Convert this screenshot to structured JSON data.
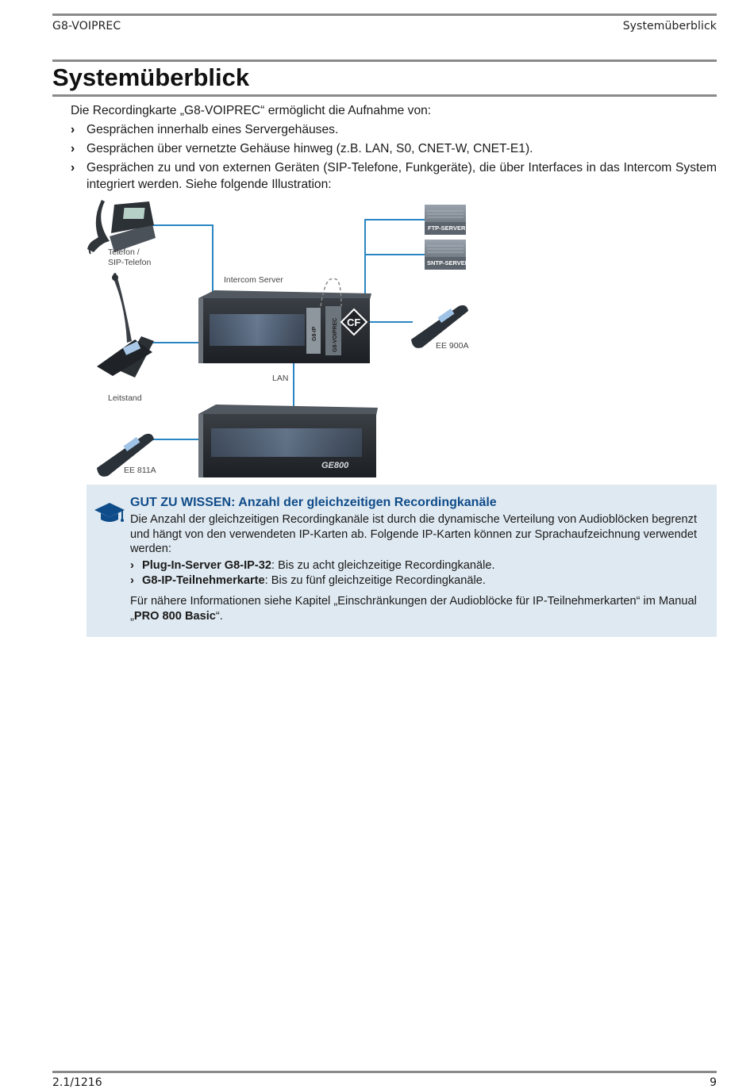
{
  "header": {
    "left": "G8-VOIPREC",
    "right": "Systemüberblick"
  },
  "title": "Systemüberblick",
  "intro": {
    "lead": "Die Recordingkarte „G8-VOIPREC“ ermöglicht die Aufnahme von:",
    "bullets": [
      "Gesprächen innerhalb eines Servergehäuses.",
      "Gesprächen über vernetzte Gehäuse hinweg (z.B. LAN, S0, CNET-W, CNET-E1).",
      "Gesprächen zu und von externen Geräten (SIP-Telefone, Funkgeräte), die über Interfaces in das Intercom System integriert werden. Siehe folgende Illustration:"
    ]
  },
  "diagram": {
    "label_phone": "Telefon /",
    "label_phone2": "SIP-Telefon",
    "label_server": "Intercom Server",
    "label_ftp": "FTP-SERVER",
    "label_sntp": "SNTP-SERVER",
    "label_ee900": "EE 900A",
    "label_lan": "LAN",
    "label_leitstand": "Leitstand",
    "label_ee811": "EE 811A",
    "card_g8ip": "G8-IP",
    "card_voiprec": "G8-VOIPREC",
    "badge_cf": "CF",
    "ge800": "GE800"
  },
  "tip": {
    "title": "GUT ZU WISSEN: Anzahl der gleichzeitigen Recordingkanäle",
    "body": "Die Anzahl der gleichzeitigen Recordingkanäle ist durch die dynamische Verteilung von Audioblöcken begrenzt und hängt von den verwendeten IP-Karten ab. Folgende IP-Karten können zur Sprachaufzeichnung verwendet werden:",
    "items": [
      {
        "bold": "Plug-In-Server G8-IP-32",
        "rest": ": Bis zu acht gleichzeitige Recordingkanäle."
      },
      {
        "bold": "G8-IP-Teilnehmerkarte",
        "rest": ": Bis zu fünf gleichzeitige Recordingkanäle."
      }
    ],
    "more_pre": "Für nähere Informationen siehe Kapitel „Einschränkungen der Audioblöcke für IP-Teilnehmerkarten“ im Manual „",
    "more_bold": "PRO 800 Basic",
    "more_post": "“."
  },
  "footer": {
    "left": "2.1/1216",
    "right": "9"
  },
  "colors": {
    "accent": "#0f4c8a",
    "tip_bg": "#dfe9f1",
    "line": "#2a86c2"
  }
}
